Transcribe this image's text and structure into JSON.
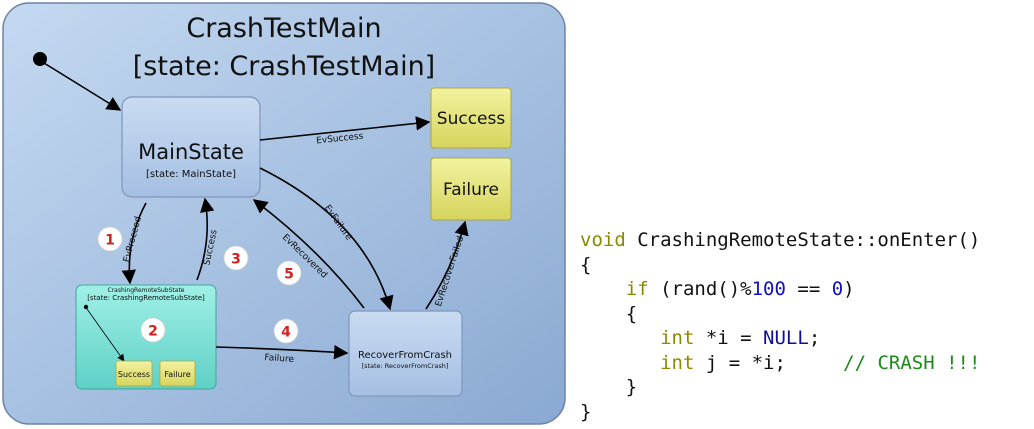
{
  "diagram": {
    "outer_state": {
      "name": "CrashTestMain",
      "state_label": "[state: CrashTestMain]"
    },
    "main_state": {
      "name": "MainState",
      "state_label": "[state: MainState]"
    },
    "success_state": {
      "name": "Success"
    },
    "failure_state": {
      "name": "Failure"
    },
    "sub_state": {
      "name": "CrashingRemoteSubState",
      "state_label": "[state: CrashingRemoteSubState]",
      "inner_success": "Success",
      "inner_failure": "Failure"
    },
    "recover_state": {
      "name": "RecoverFromCrash",
      "state_label": "[state: RecoverFromCrash]"
    },
    "transitions": {
      "ev_success": "EvSuccess",
      "ev_proceed": "EvProceed",
      "success": "Success",
      "ev_failure": "EvFailure",
      "ev_recovered": "EvRecovered",
      "failure": "Failure",
      "ev_recover_failed": "EvRecoverFailed"
    },
    "markers": [
      "1",
      "2",
      "3",
      "4",
      "5"
    ]
  },
  "code": {
    "line1_kw": "void",
    "line1_rest": " CrashingRemoteState::onEnter()",
    "line2": "{",
    "line3_kw": "if",
    "line3_a": " (rand()%",
    "line3_num1": "100",
    "line3_b": " == ",
    "line3_num2": "0",
    "line3_c": ")",
    "line4": "{",
    "line5_kw": "int",
    "line5_a": " *i = ",
    "line5_null": "NULL",
    "line5_b": ";",
    "line6_kw": "int",
    "line6_a": " j = *i;",
    "line6_cmt": "// CRASH !!!",
    "line7": "}",
    "line8": "}"
  },
  "colors": {
    "outer_fill": "#a9c4e6",
    "state_fill": "#b7cdea",
    "terminal_fill": "#e8e77a",
    "substate_fill": "#7fe0d6",
    "marker_red": "#d42020"
  }
}
